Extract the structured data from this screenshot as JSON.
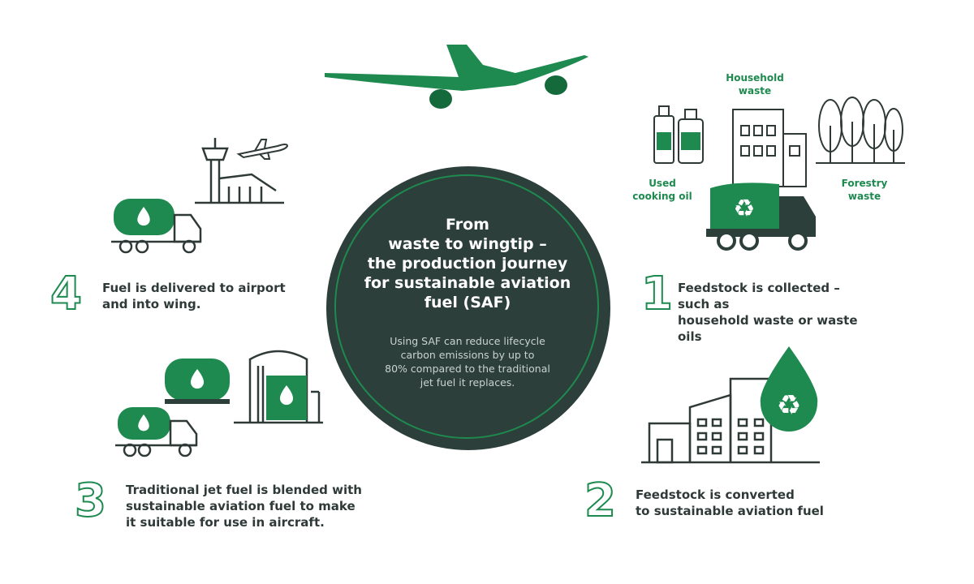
{
  "colors": {
    "green": "#1e8a4f",
    "dark": "#2d3f3b",
    "outline": "#2f3a38"
  },
  "center": {
    "title": "From\nwaste to wingtip –\nthe production journey\nfor sustainable aviation\nfuel (SAF)",
    "body": "Using SAF can reduce lifecycle\ncarbon emissions by up to\n80% compared to the traditional\njet fuel it replaces."
  },
  "steps": [
    {
      "number": "1",
      "text": "Feedstock is collected – such as\nhousehold waste or waste oils"
    },
    {
      "number": "2",
      "text": "Feedstock is converted\nto sustainable aviation fuel"
    },
    {
      "number": "3",
      "text": "Traditional jet fuel is blended with\nsustainable aviation fuel to make\nit suitable for use in aircraft."
    },
    {
      "number": "4",
      "text": "Fuel is delivered to airport\nand into wing."
    }
  ],
  "labels": {
    "household_waste": "Household\nwaste",
    "used_cooking_oil": "Used\ncooking oil",
    "forestry_waste": "Forestry\nwaste"
  },
  "icons": {
    "plane": "airplane-icon",
    "recycle": "recycle-icon",
    "droplet": "fuel-droplet-icon"
  }
}
